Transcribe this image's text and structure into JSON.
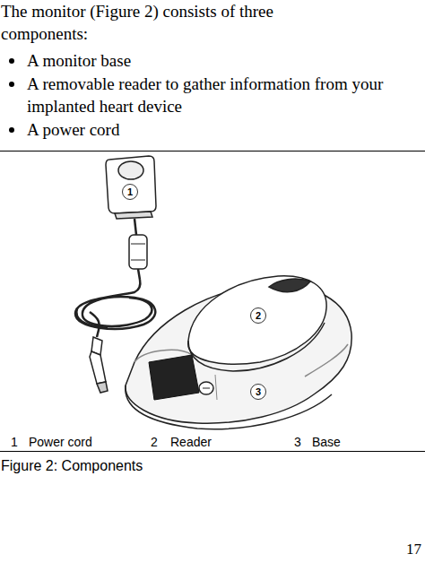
{
  "diagram": {
    "caption": "Figure 2: Components",
    "nodes": [
      {
        "text": [
          "1"
        ]
      },
      {
        "text": [
          "2"
        ]
      },
      {
        "text": [
          "3"
        ]
      }
    ],
    "labels": [
      "The monitor (Figure 2) consists of three components:",
      "A monitor base",
      "A removable reader to gather information from your implanted heart device",
      "A power cord",
      "1",
      "Power cord",
      "2",
      "Reader",
      "3",
      "Base",
      "17"
    ]
  }
}
